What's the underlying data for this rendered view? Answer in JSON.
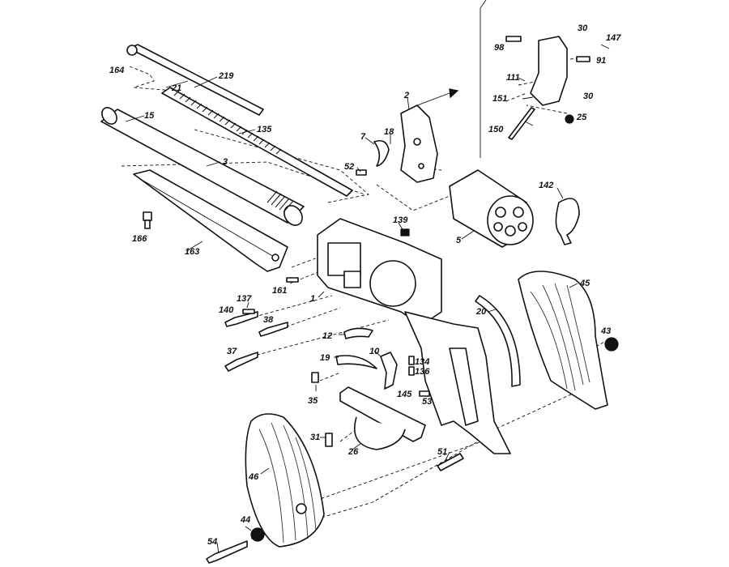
{
  "diagram": {
    "type": "exploded-parts-view",
    "line_color": "#111111",
    "background": "#ffffff"
  },
  "labels": {
    "p164": "164",
    "p219": "219",
    "p21": "21",
    "p15": "15",
    "p135": "135",
    "p3": "3",
    "p166": "166",
    "p163": "163",
    "p139": "139",
    "p5": "5",
    "p142": "142",
    "p2": "2",
    "p7": "7",
    "p18": "18",
    "p52": "52",
    "p98": "98",
    "p30a": "30",
    "p147": "147",
    "p91": "91",
    "p111": "111",
    "p151": "151",
    "p30b": "30",
    "p150": "150",
    "p25": "25",
    "p45": "45",
    "p43": "43",
    "p20": "20",
    "p137": "137",
    "p140": "140",
    "p161": "161",
    "p1": "1",
    "p38": "38",
    "p12": "12",
    "p37": "37",
    "p19": "19",
    "p10": "10",
    "p134": "134",
    "p136": "136",
    "p145": "145",
    "p53": "53",
    "p35": "35",
    "p31": "31",
    "p26": "26",
    "p51": "51",
    "p46": "46",
    "p44": "44",
    "p54": "54"
  }
}
